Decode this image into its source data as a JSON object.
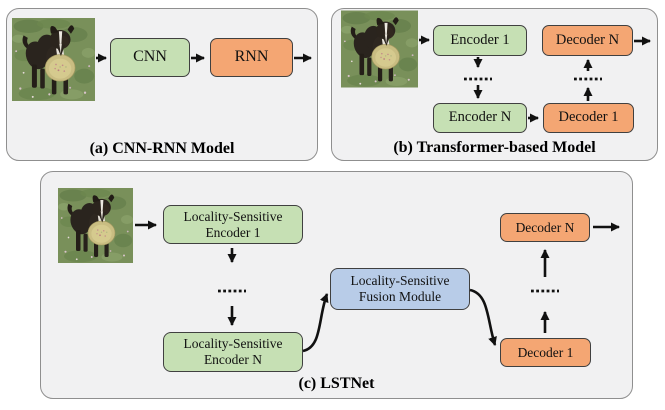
{
  "panels": {
    "a": {
      "caption": "(a) CNN-RNN Model",
      "boxes": {
        "cnn": "CNN",
        "rnn": "RNN"
      }
    },
    "b": {
      "caption": "(b) Transformer-based Model",
      "boxes": {
        "encoder1": "Encoder 1",
        "encoderN": "Encoder N",
        "decoder1": "Decoder 1",
        "decoderN": "Decoder N"
      }
    },
    "c": {
      "caption": "(c) LSTNet",
      "boxes": {
        "ls_encoder1": {
          "line1": "Locality-Sensitive",
          "line2": "Encoder 1"
        },
        "ls_encoderN": {
          "line1": "Locality-Sensitive",
          "line2": "Encoder N"
        },
        "fusion": {
          "line1": "Locality-Sensitive",
          "line2": "Fusion Module"
        },
        "decoder1": "Decoder 1",
        "decoderN": "Decoder N"
      }
    }
  },
  "icons": {
    "dog_image": "dog-with-frisbee-photo"
  },
  "colors": {
    "encoder_box": "#c6e0b4",
    "decoder_box": "#f4a673",
    "fusion_box": "#b8cce8",
    "panel_background": "#f1f1f2",
    "panel_border": "#8f8f8f",
    "box_border": "#404040",
    "arrow": "#111111"
  }
}
